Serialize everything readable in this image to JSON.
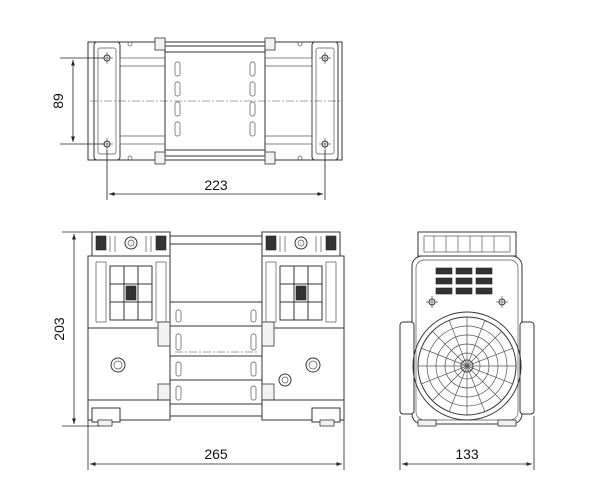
{
  "dimensions": {
    "top_height": "89",
    "top_width": "223",
    "front_height": "203",
    "front_width": "265",
    "side_width": "133"
  }
}
